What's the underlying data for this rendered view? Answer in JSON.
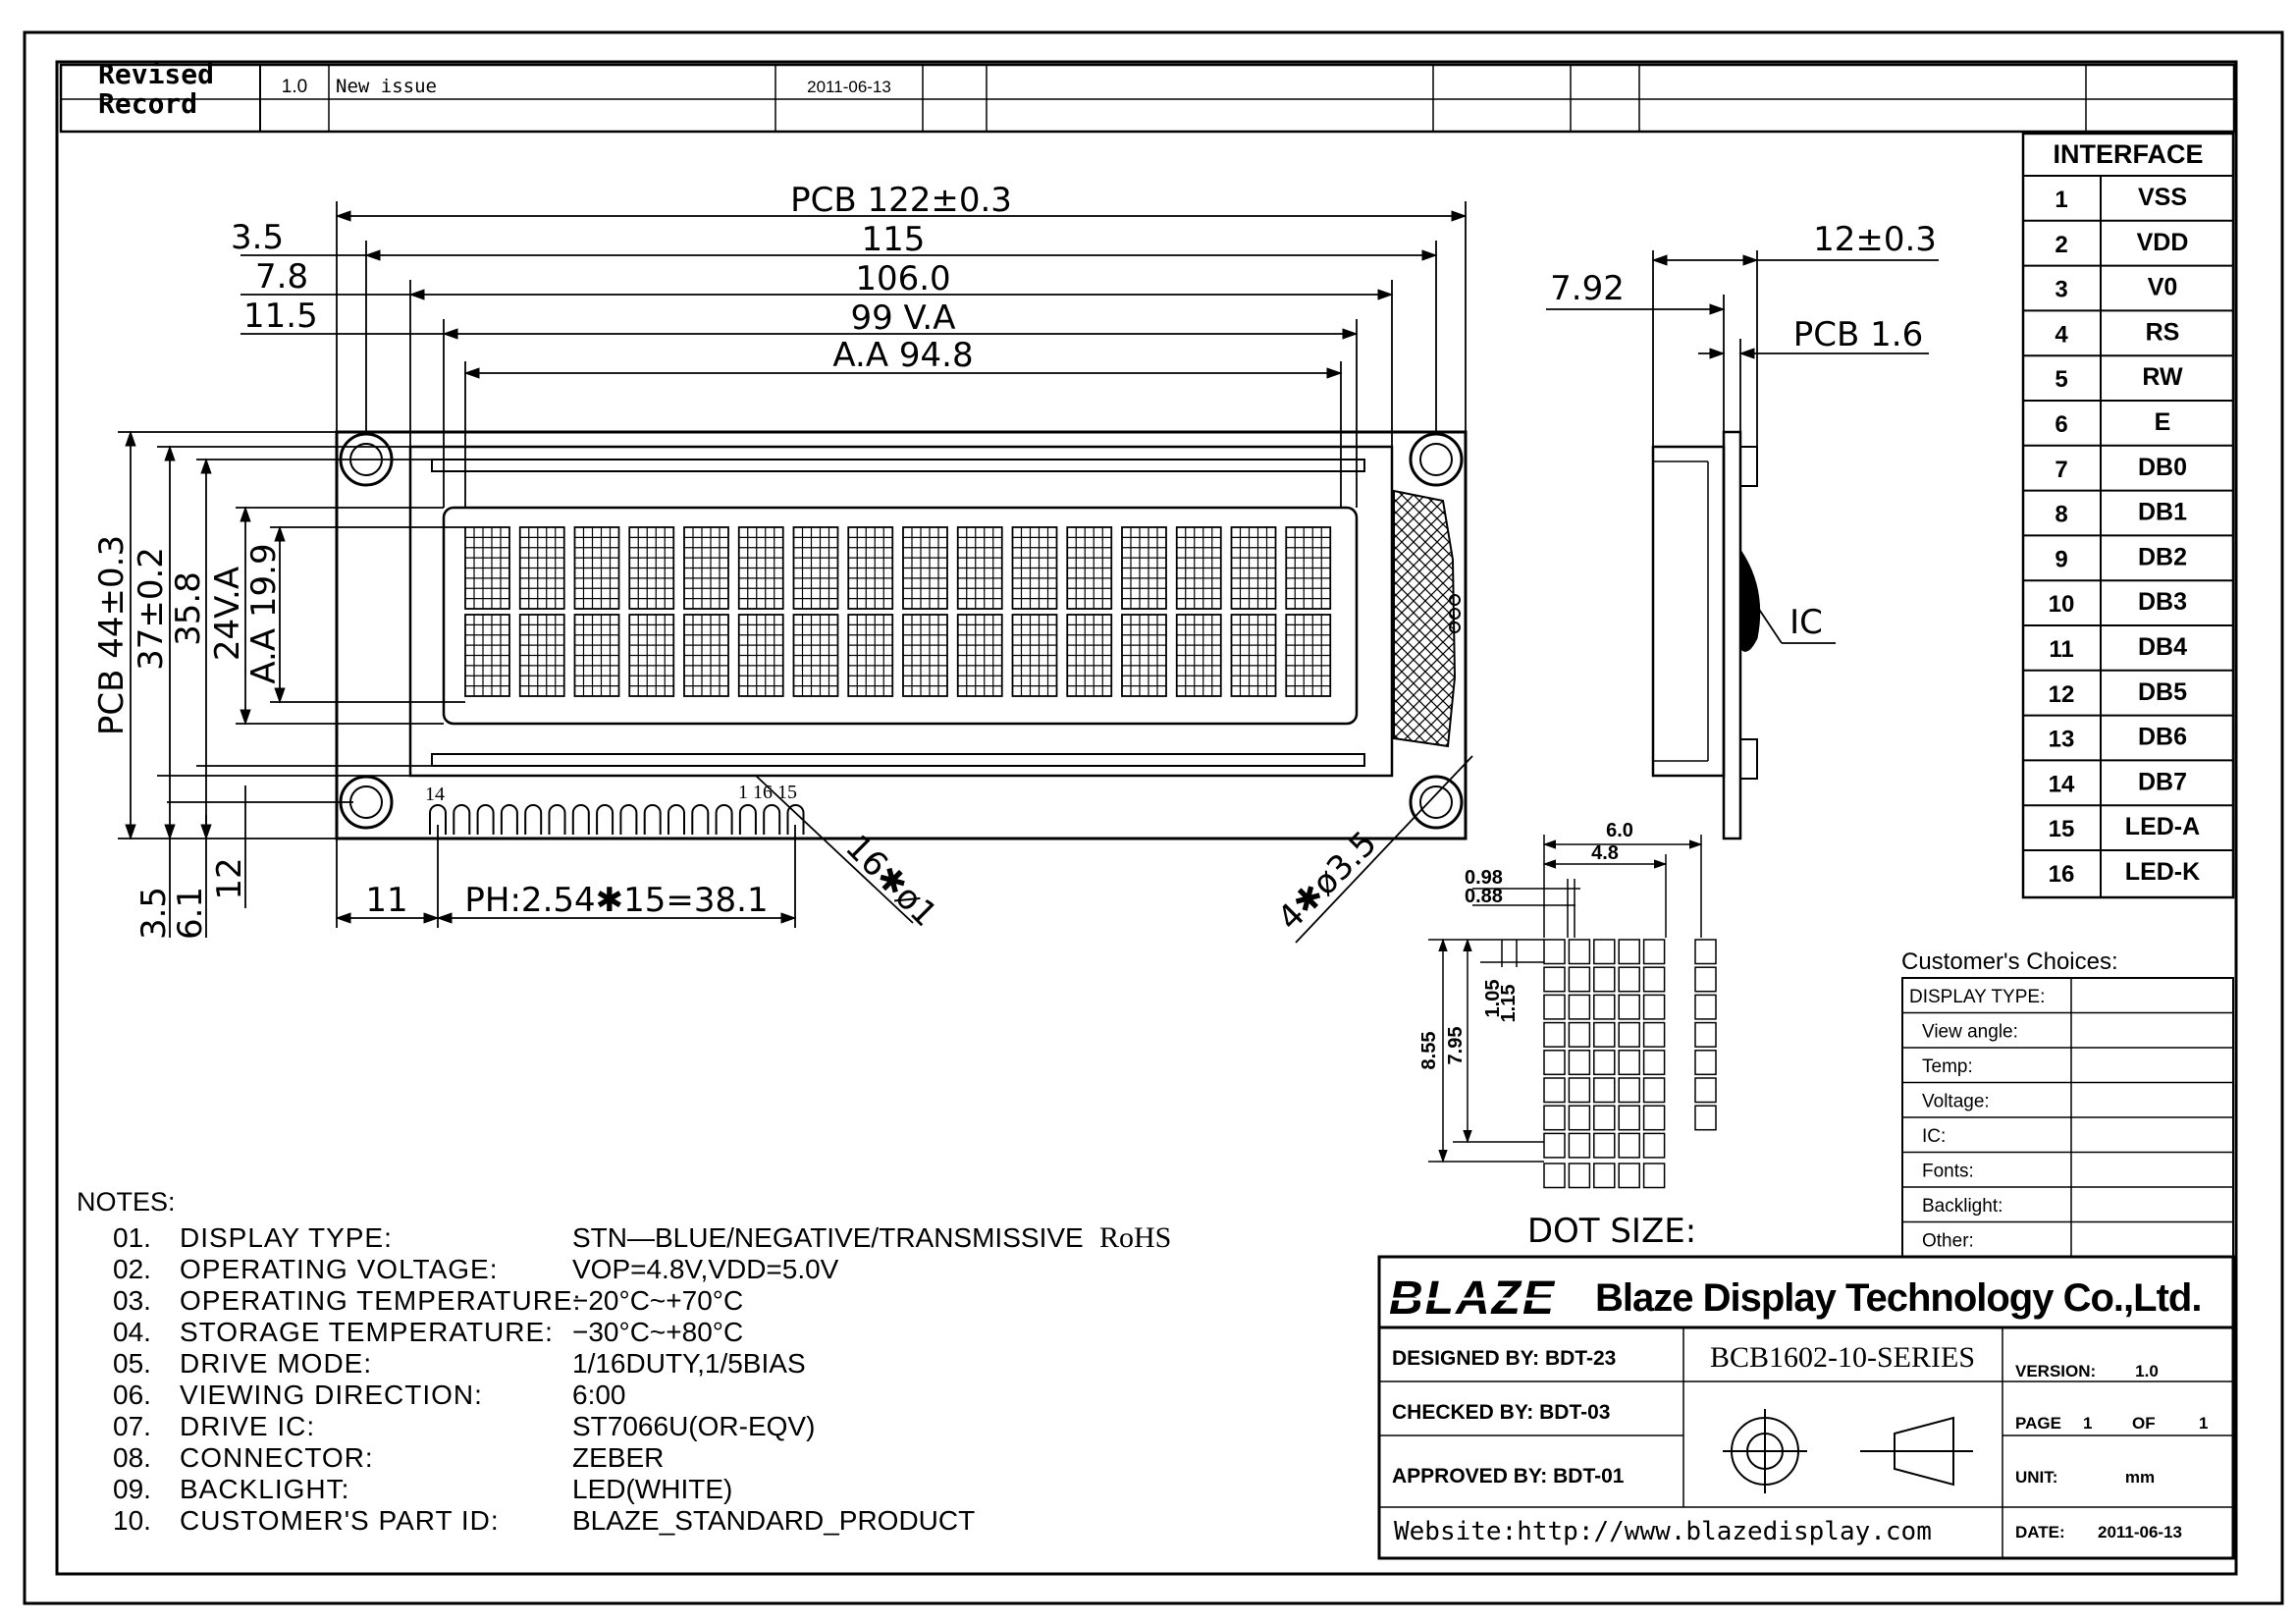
{
  "revision": {
    "header": "Revised\nRecord",
    "version": "1.0",
    "description": "New issue",
    "date": "2011-06-13"
  },
  "front_view": {
    "pcb_width": "PCB 122±0.3",
    "w115": "115",
    "w106": "106.0",
    "va": "99 V.A",
    "aa": "A.A 94.8",
    "left_35": "3.5",
    "left_78": "7.8",
    "left_115": "11.5",
    "pcb_height": "PCB 44±0.3",
    "h37": "37±0.2",
    "h358": "35.8",
    "va_h": "24V.A",
    "aa_h": "A.A 19.9",
    "b35": "3.5",
    "b61": "6.1",
    "b12": "12",
    "pin_offset": "11",
    "pitch": "PH:2.54✱15=38.1",
    "pin_hole": "16✱ø1",
    "mount_hole": "4✱ø3.5",
    "pin_14": "14",
    "pin_1": "1",
    "pin_16": "16",
    "pin_15": "15",
    "pins_bottom": "1 16 15"
  },
  "side_view": {
    "thickness": "12±0.3",
    "d792": "7.92",
    "pcb_thickness": "PCB 1.6",
    "ic": "IC"
  },
  "dot_size": {
    "d60": "6.0",
    "d48": "4.8",
    "d098": "0.98",
    "d088": "0.88",
    "d105": "1.05",
    "d115": "1.15",
    "d855": "8.55",
    "d795": "7.95",
    "label": "DOT SIZE:"
  },
  "interface": {
    "title": "INTERFACE",
    "pins": [
      {
        "no": "1",
        "name": "VSS"
      },
      {
        "no": "2",
        "name": "VDD"
      },
      {
        "no": "3",
        "name": "V0"
      },
      {
        "no": "4",
        "name": "RS"
      },
      {
        "no": "5",
        "name": "RW"
      },
      {
        "no": "6",
        "name": "E"
      },
      {
        "no": "7",
        "name": "DB0"
      },
      {
        "no": "8",
        "name": "DB1"
      },
      {
        "no": "9",
        "name": "DB2"
      },
      {
        "no": "10",
        "name": "DB3"
      },
      {
        "no": "11",
        "name": "DB4"
      },
      {
        "no": "12",
        "name": "DB5"
      },
      {
        "no": "13",
        "name": "DB6"
      },
      {
        "no": "14",
        "name": "DB7"
      },
      {
        "no": "15",
        "name": "LED-A"
      },
      {
        "no": "16",
        "name": "LED-K"
      }
    ]
  },
  "customer": {
    "title": "Customer's Choices:",
    "rows": [
      "DISPLAY TYPE:",
      "View angle:",
      "Temp:",
      "Voltage:",
      "IC:",
      "Fonts:",
      "Backlight:",
      "Other:"
    ]
  },
  "notes": {
    "title": "NOTES:",
    "items": [
      {
        "no": "01.",
        "label": "DISPLAY TYPE:",
        "value": "STN—BLUE/NEGATIVE/TRANSMISSIVE",
        "extra": "RoHS"
      },
      {
        "no": "02.",
        "label": "OPERATING VOLTAGE:",
        "value": "VOP=4.8V,VDD=5.0V",
        "extra": ""
      },
      {
        "no": "03.",
        "label": "OPERATING TEMPERATURE:",
        "value": "−20°C~+70°C",
        "extra": ""
      },
      {
        "no": "04.",
        "label": "STORAGE TEMPERATURE:",
        "value": "−30°C~+80°C",
        "extra": ""
      },
      {
        "no": "05.",
        "label": "DRIVE MODE:",
        "value": "1/16DUTY,1/5BIAS",
        "extra": ""
      },
      {
        "no": "06.",
        "label": "VIEWING DIRECTION:",
        "value": "6:00",
        "extra": ""
      },
      {
        "no": "07.",
        "label": "DRIVE IC:",
        "value": "ST7066U(OR-EQV)",
        "extra": ""
      },
      {
        "no": "08.",
        "label": "CONNECTOR:",
        "value": "ZEBER",
        "extra": ""
      },
      {
        "no": "09.",
        "label": "BACKLIGHT:",
        "value": "LED(WHITE)",
        "extra": ""
      },
      {
        "no": "10.",
        "label": "CUSTOMER'S PART ID:",
        "value": "BLAZE_STANDARD_PRODUCT",
        "extra": ""
      }
    ]
  },
  "title_block": {
    "logo": "BLAZE",
    "company": "Blaze Display Technology Co.,Ltd.",
    "designed": "DESIGNED BY: BDT-23",
    "checked": "CHECKED BY: BDT-03",
    "approved": "APPROVED BY: BDT-01",
    "model": "BCB1602-10-SERIES",
    "version_label": "VERSION:",
    "version_value": "1.0",
    "page_label": "PAGE",
    "page_value": "1",
    "of_label": "OF",
    "of_value": "1",
    "unit_label": "UNIT:",
    "unit_value": "mm",
    "date_label": "DATE:",
    "date_value": "2011-06-13",
    "website": "Website:http://www.blazedisplay.com"
  }
}
